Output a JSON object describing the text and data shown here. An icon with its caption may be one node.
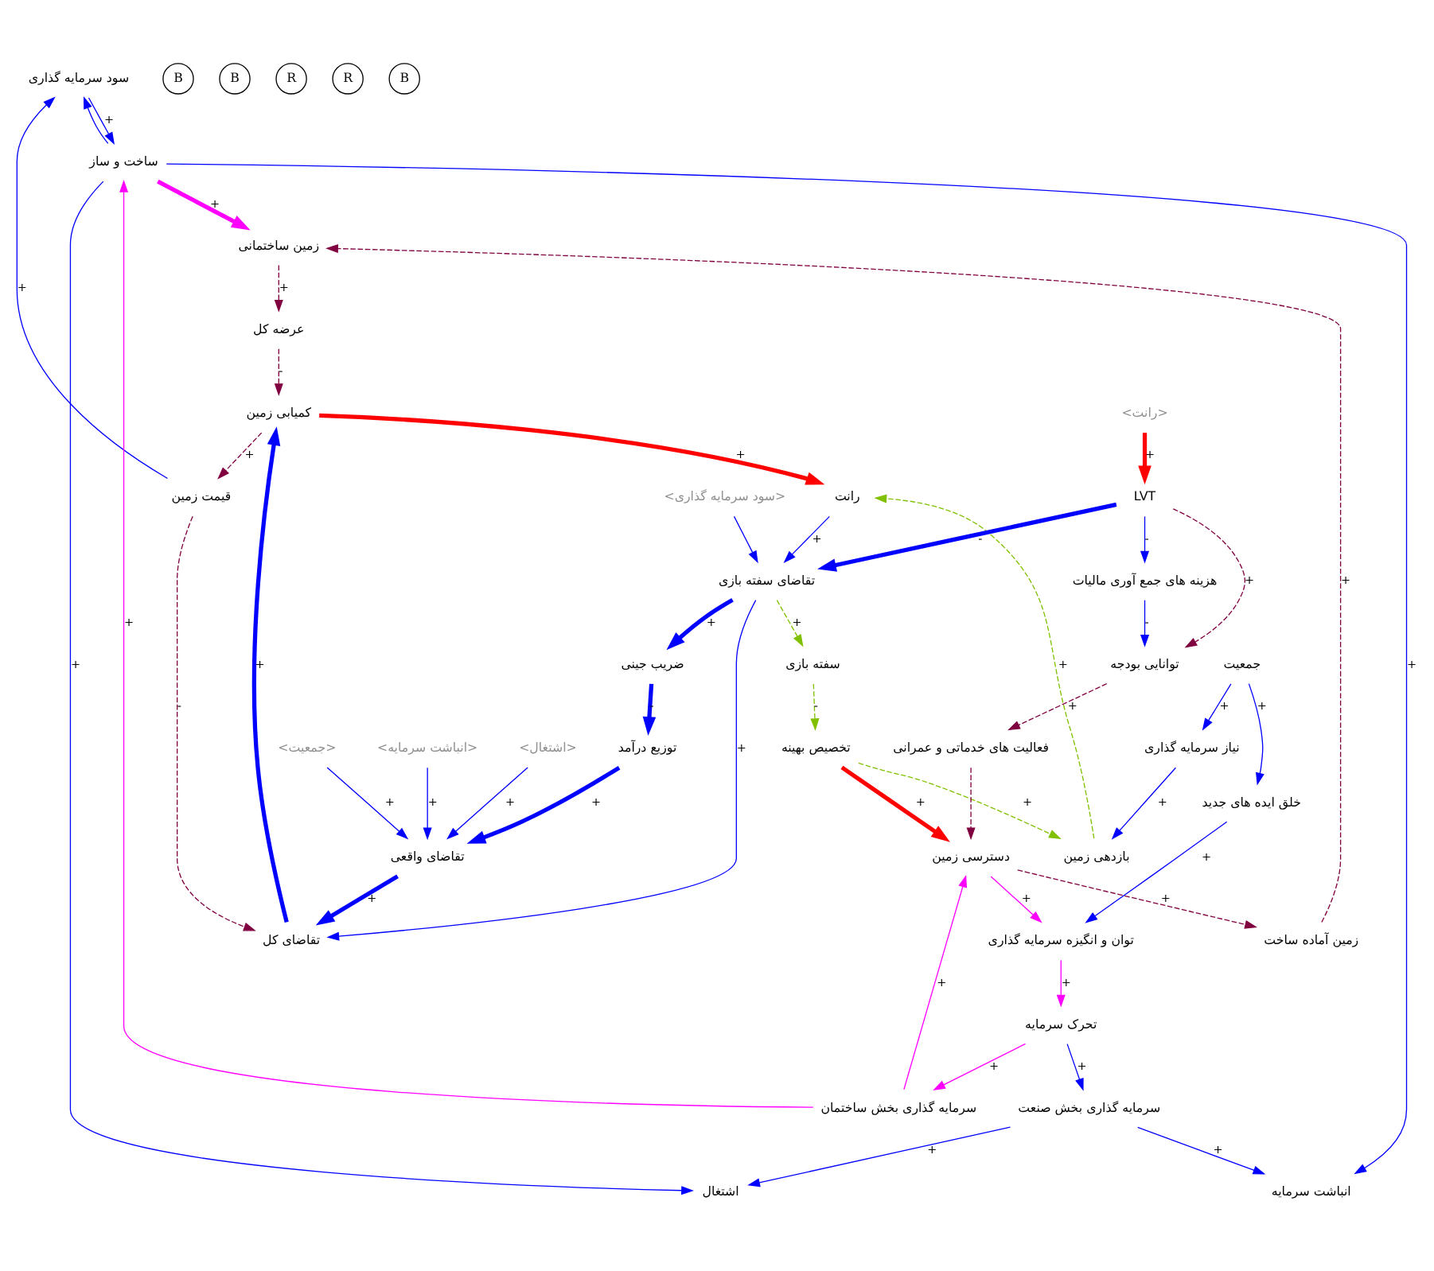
{
  "diagram": {
    "nodes": [
      {
        "text": [
          "سود سرمایه گذاری"
        ]
      },
      {
        "text": [
          "ساخت و ساز"
        ]
      },
      {
        "text": [
          "زمین ساختمانی"
        ]
      },
      {
        "text": [
          "قیمت زمین"
        ]
      },
      {
        "text": [
          "<انباشت سرمایه>"
        ]
      },
      {
        "text": [
          "<اشتغال>"
        ]
      },
      {
        "text": [
          "انباشت سرمایه"
        ]
      },
      {
        "text": [
          "زمین آماده ساخت"
        ]
      },
      {
        "text": [
          "کمیابی زمین"
        ]
      },
      {
        "text": [
          "تقاضای کل"
        ]
      },
      {
        "text": [
          "تقاضای واقعی"
        ]
      },
      {
        "text": [
          "<جمعیت>"
        ]
      },
      {
        "text": [
          "سرمایه گذاری بخش ساختمان"
        ]
      },
      {
        "text": [
          "عرضه کل"
        ]
      },
      {
        "text": [
          "اشتغال"
        ]
      },
      {
        "text": [
          "تحرک سرمایه"
        ]
      },
      {
        "text": [
          "دسترسی زمین"
        ]
      },
      {
        "text": [
          "رانت"
        ]
      },
      {
        "text": [
          "<سود سرمایه گذاری>"
        ]
      },
      {
        "text": [
          "توزیع درآمد"
        ]
      },
      {
        "text": [
          "بازدهی زمین"
        ]
      },
      {
        "text": [
          "تقاضای سفته بازی"
        ]
      },
      {
        "text": [
          "سرمایه گذاری بخش صنعت"
        ]
      },
      {
        "text": [
          "توان و انگیزه سرمایه گذاری"
        ]
      },
      {
        "text": [
          "ضریب جینی"
        ]
      },
      {
        "text": [
          "خلق ایده های جدید"
        ]
      },
      {
        "text": [
          "تخصیص بهینه"
        ]
      },
      {
        "text": [
          "سفته بازی"
        ]
      },
      {
        "text": [
          "LVT"
        ]
      },
      {
        "text": [
          "<رانت>"
        ]
      },
      {
        "text": [
          "نیاز سرمایه گذاری"
        ]
      },
      {
        "text": [
          "جمعیت"
        ]
      },
      {
        "text": [
          "فعالیت های خدماتی و عمرانی"
        ]
      },
      {
        "text": [
          "توانایی بودجه"
        ]
      },
      {
        "text": [
          "هزینه های جمع آوری مالیات"
        ]
      }
    ],
    "edges": [
      {
        "from": 1,
        "to": 0,
        "arrow": "to"
      },
      {
        "from": 3,
        "to": 0,
        "arrow": "to",
        "label": "+"
      },
      {
        "from": 0,
        "to": 1,
        "arrow": "to",
        "label": "+"
      },
      {
        "from": 1,
        "to": 2,
        "arrow": "to",
        "label": "+",
        "style": "thick",
        "color": "#ff00ff"
      },
      {
        "from": 7,
        "to": 2,
        "arrow": "to",
        "label": "+",
        "style": "dashed",
        "color": "#800040"
      },
      {
        "from": 1,
        "to": 6,
        "arrow": "to",
        "label": "+"
      },
      {
        "from": 1,
        "to": 14,
        "arrow": "to",
        "label": "+"
      },
      {
        "from": 12,
        "to": 1,
        "arrow": "to",
        "label": "+",
        "color": "#ff00ff"
      },
      {
        "from": 2,
        "to": 13,
        "arrow": "to",
        "label": "+",
        "style": "dashed",
        "color": "#800040"
      },
      {
        "from": 13,
        "to": 8,
        "arrow": "to",
        "label": "-",
        "style": "dashed",
        "color": "#800040"
      },
      {
        "from": 8,
        "to": 3,
        "arrow": "to",
        "label": "+",
        "style": "dashed",
        "color": "#800040"
      },
      {
        "from": 3,
        "to": 9,
        "arrow": "to",
        "label": "-",
        "style": "dashed",
        "color": "#800040"
      },
      {
        "from": 10,
        "to": 9,
        "arrow": "to",
        "label": "+",
        "style": "thick"
      },
      {
        "from": 9,
        "to": 8,
        "arrow": "to",
        "label": "+",
        "style": "thick"
      },
      {
        "from": 4,
        "to": 10,
        "arrow": "to",
        "label": "+"
      },
      {
        "from": 5,
        "to": 10,
        "arrow": "to",
        "label": "+"
      },
      {
        "from": 11,
        "to": 10,
        "arrow": "to",
        "label": "+"
      },
      {
        "from": 19,
        "to": 10,
        "arrow": "to",
        "label": "+",
        "style": "thick"
      },
      {
        "from": 8,
        "to": 17,
        "arrow": "to",
        "label": "+",
        "style": "thick",
        "color": "#ff0000"
      },
      {
        "from": 12,
        "to": 16,
        "arrow": "to",
        "label": "+",
        "color": "#ff00ff"
      },
      {
        "from": 16,
        "to": 7,
        "arrow": "to",
        "label": "+",
        "style": "dashed",
        "color": "#800040"
      },
      {
        "from": 15,
        "to": 12,
        "arrow": "to",
        "label": "+",
        "color": "#ff00ff"
      },
      {
        "from": 22,
        "to": 6,
        "arrow": "to",
        "label": "+"
      },
      {
        "from": 22,
        "to": 14,
        "arrow": "to",
        "label": "+"
      },
      {
        "from": 15,
        "to": 22,
        "arrow": "to",
        "label": "+"
      },
      {
        "from": 23,
        "to": 15,
        "arrow": "to",
        "label": "+",
        "color": "#ff00ff"
      },
      {
        "from": 16,
        "to": 23,
        "arrow": "to",
        "label": "+",
        "color": "#ff00ff"
      },
      {
        "from": 26,
        "to": 16,
        "arrow": "to",
        "label": "+",
        "style": "thick",
        "color": "#ff0000"
      },
      {
        "from": 32,
        "to": 16,
        "arrow": "to",
        "style": "dashed",
        "color": "#800040"
      },
      {
        "from": 17,
        "to": 21,
        "arrow": "to",
        "label": "+"
      },
      {
        "from": 21,
        "to": 9,
        "arrow": "to",
        "label": "+"
      },
      {
        "from": 18,
        "to": 21,
        "arrow": "to"
      },
      {
        "from": 20,
        "to": 17,
        "arrow": "to",
        "label": "+",
        "style": "dashed",
        "color": "#80c000"
      },
      {
        "from": 21,
        "to": 27,
        "arrow": "to",
        "label": "+",
        "style": "dashed",
        "color": "#80c000"
      },
      {
        "from": 27,
        "to": 26,
        "arrow": "to",
        "label": "-",
        "style": "dashed",
        "color": "#80c000"
      },
      {
        "from": 26,
        "to": 20,
        "arrow": "to",
        "label": "+",
        "style": "dashed",
        "color": "#80c000"
      },
      {
        "from": 30,
        "to": 20,
        "arrow": "to",
        "label": "+"
      },
      {
        "from": 24,
        "to": 19,
        "arrow": "to",
        "label": "-",
        "style": "thick"
      },
      {
        "from": 21,
        "to": 24,
        "arrow": "to",
        "label": "+",
        "style": "thick"
      },
      {
        "from": 28,
        "to": 21,
        "arrow": "to",
        "label": "-",
        "style": "thick"
      },
      {
        "from": 29,
        "to": 28,
        "arrow": "to",
        "label": "+",
        "style": "thick",
        "color": "#ff0000"
      },
      {
        "from": 28,
        "to": 34,
        "arrow": "to",
        "label": "-"
      },
      {
        "from": 28,
        "to": 33,
        "arrow": "to",
        "label": "+",
        "style": "dashed",
        "color": "#800040"
      },
      {
        "from": 34,
        "to": 33,
        "arrow": "to",
        "label": "-"
      },
      {
        "from": 33,
        "to": 32,
        "arrow": "to",
        "label": "+",
        "style": "dashed",
        "color": "#800040"
      },
      {
        "from": 25,
        "to": 23,
        "arrow": "to",
        "label": "+"
      },
      {
        "from": 31,
        "to": 25,
        "arrow": "to",
        "label": "+"
      },
      {
        "from": 31,
        "to": 30,
        "arrow": "to",
        "label": "+"
      }
    ],
    "labels": [
      "B",
      "B",
      "R",
      "R",
      "B"
    ]
  }
}
